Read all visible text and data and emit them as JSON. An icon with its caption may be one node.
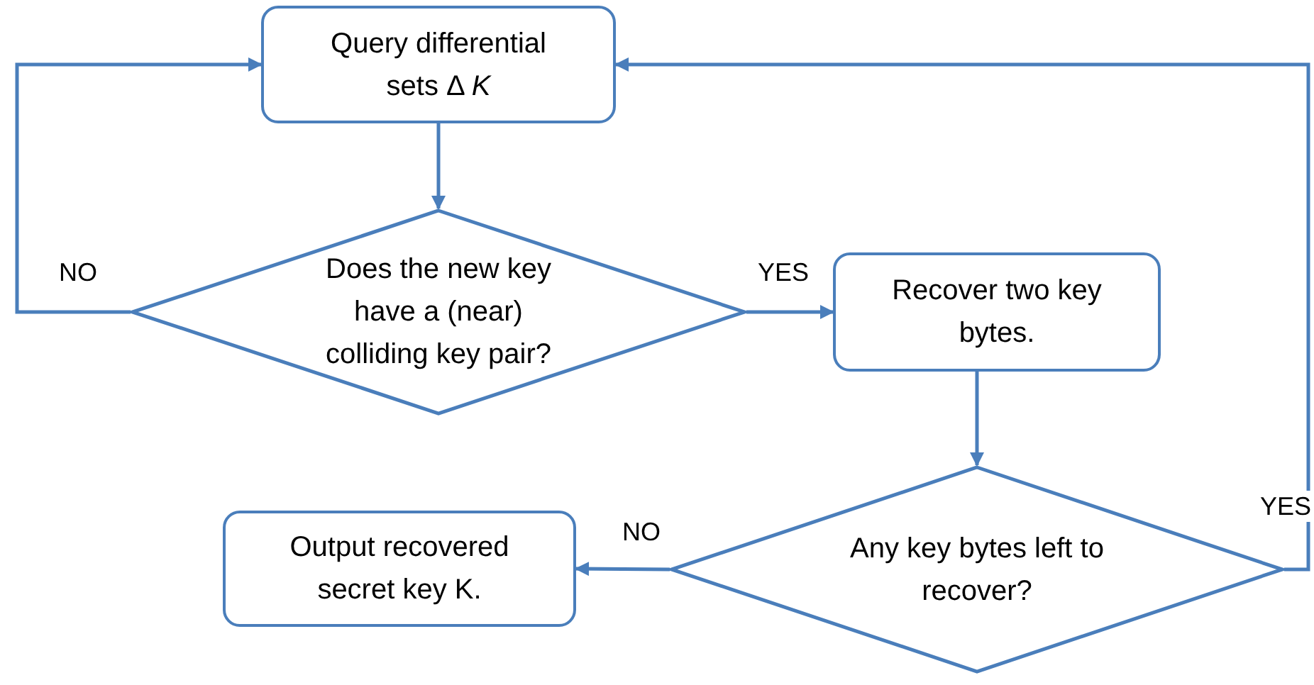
{
  "diagram": {
    "nodes": [
      {
        "text": [
          "Query differential sets Δ *K*"
        ]
      },
      {
        "text": [
          "Does the new key have a (near) colliding key pair?"
        ]
      },
      {
        "text": [
          "Recover two key bytes."
        ]
      },
      {
        "text": [
          "Any key bytes left to recover?"
        ]
      },
      {
        "text": [
          "Output recovered secret key K."
        ]
      }
    ],
    "edges": [
      {
        "from": 0,
        "to": 1,
        "arrow": "to"
      },
      {
        "from": 1,
        "to": 0,
        "arrow": "to",
        "label": "NO"
      },
      {
        "from": 1,
        "to": 2,
        "arrow": "to",
        "label": "YES"
      },
      {
        "from": 2,
        "to": 3,
        "arrow": "to"
      },
      {
        "from": 3,
        "to": 4,
        "arrow": "to",
        "label": "NO"
      },
      {
        "from": 3,
        "to": 0,
        "arrow": "to",
        "label": "YES"
      }
    ]
  }
}
